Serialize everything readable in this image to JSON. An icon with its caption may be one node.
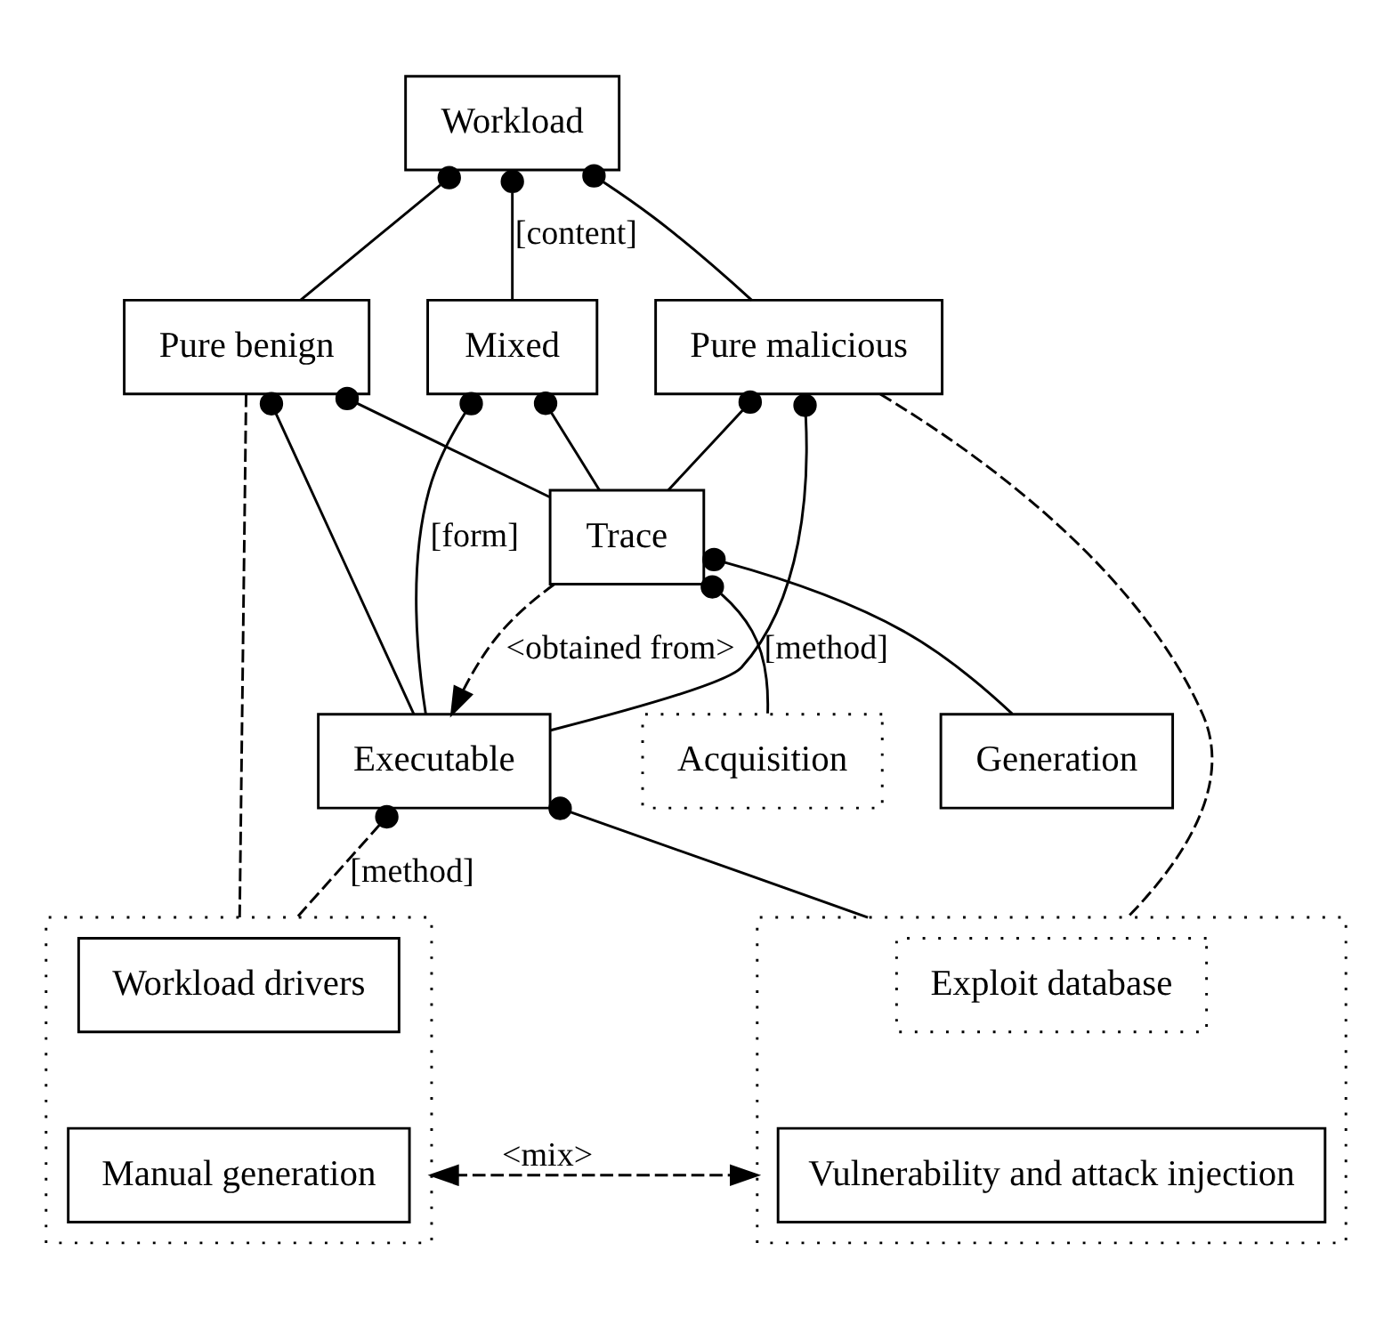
{
  "diagram": {
    "nodes": [
      {
        "text": [
          "Workload"
        ]
      },
      {
        "text": [
          "Pure benign"
        ]
      },
      {
        "text": [
          "Mixed"
        ]
      },
      {
        "text": [
          "Pure malicious"
        ]
      },
      {
        "text": [
          "Executable"
        ]
      },
      {
        "text": [
          "Trace"
        ]
      },
      {
        "text": [
          "Acquisition"
        ]
      },
      {
        "text": [
          "Generation"
        ]
      },
      {
        "text": [],
        "shape": "box"
      },
      {
        "text": [
          "Workload drivers"
        ],
        "in": 8
      },
      {
        "text": [
          "Manual generation"
        ],
        "in": 8
      },
      {
        "text": [],
        "shape": "box"
      },
      {
        "text": [
          "Exploit database"
        ],
        "in": 11
      },
      {
        "text": [
          "Vulnerability and attack injection"
        ],
        "in": 11
      }
    ],
    "edges": [
      {
        "from": 0,
        "to": 1,
        "arrow": "other"
      },
      {
        "from": 0,
        "to": 2,
        "arrow": "other",
        "label": "[content]"
      },
      {
        "from": 0,
        "to": 3,
        "arrow": "other"
      },
      {
        "from": 1,
        "to": 4,
        "arrow": "other"
      },
      {
        "from": 1,
        "to": 5,
        "arrow": "other"
      },
      {
        "from": 2,
        "to": 4,
        "arrow": "other",
        "label": "[form]"
      },
      {
        "from": 2,
        "to": 5,
        "arrow": "other"
      },
      {
        "from": 3,
        "to": 4,
        "arrow": "other"
      },
      {
        "from": 3,
        "to": 5,
        "arrow": "other"
      },
      {
        "from": 5,
        "to": 4,
        "arrow": "to",
        "style": "dashed",
        "label": "<obtained from>"
      },
      {
        "from": 5,
        "to": 6,
        "arrow": "other",
        "label": "[method]"
      },
      {
        "from": 5,
        "to": 7,
        "arrow": "other"
      },
      {
        "from": 4,
        "to": 8,
        "arrow": "other",
        "style": "dashed",
        "label": "[method]"
      },
      {
        "from": 4,
        "to": 11,
        "arrow": "other"
      },
      {
        "from": 1,
        "to": 8,
        "arrow": "none",
        "style": "dashed"
      },
      {
        "from": 3,
        "to": 11,
        "arrow": "none",
        "style": "dashed"
      },
      {
        "from": 8,
        "to": 11,
        "arrow": "both",
        "style": "dashed",
        "label": "<mix>"
      }
    ]
  }
}
